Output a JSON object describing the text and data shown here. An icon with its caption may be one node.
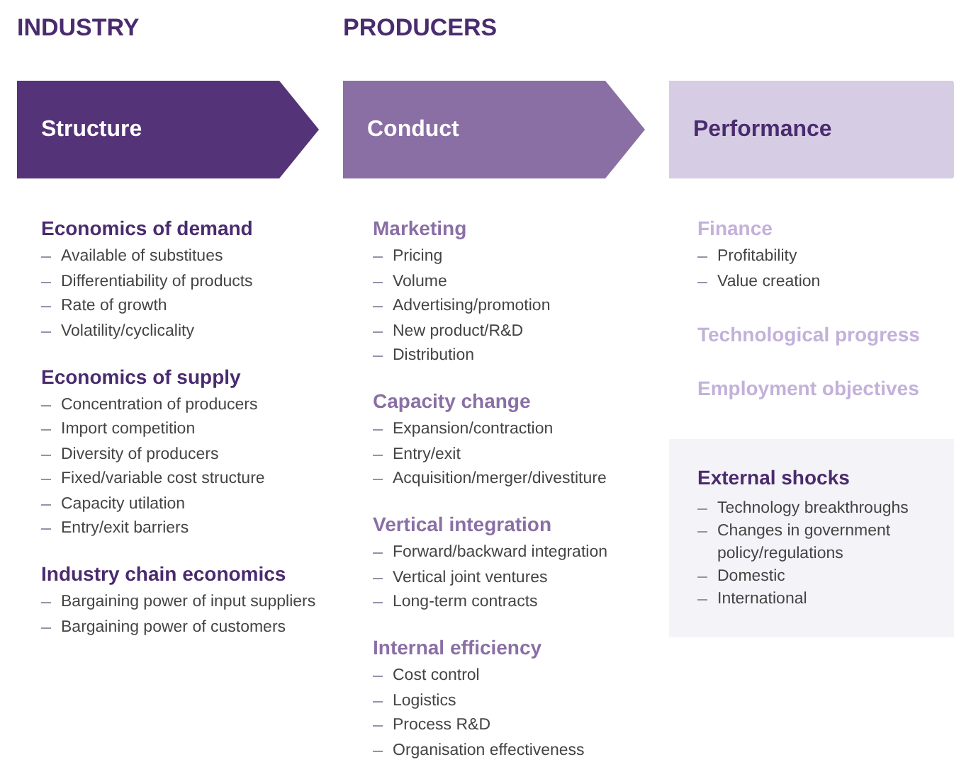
{
  "diagram": {
    "nodes": [
      {
        "text": [
          "Structure"
        ]
      },
      {
        "text": [
          "Conduct"
        ]
      },
      {
        "text": [
          "Performance"
        ]
      },
      {
        "text": [
          "External shocks",
          "Technology breakthroughs",
          "Changes in government policy/regulations",
          "Domestic",
          "International"
        ]
      }
    ],
    "labels": [
      "INDUSTRY",
      "PRODUCERS",
      "Economics of demand",
      "Available of substitues",
      "Differentiability of products",
      "Rate of growth",
      "Volatility/cyclicality",
      "Economics of supply",
      "Concentration of producers",
      "Import competition",
      "Diversity of producers",
      "Fixed/variable cost structure",
      "Capacity utilation",
      "Entry/exit barriers",
      "Industry chain economics",
      "Bargaining power of input suppliers",
      "Bargaining power of customers",
      "Marketing",
      "Pricing",
      "Volume",
      "Advertising/promotion",
      "New product/R&D",
      "Distribution",
      "Capacity change",
      "Expansion/contraction",
      "Entry/exit",
      "Acquisition/merger/divestiture",
      "Vertical integration",
      "Forward/backward integration",
      "Vertical joint ventures",
      "Long-term contracts",
      "Internal efficiency",
      "Cost control",
      "Logistics",
      "Process R&D",
      "Organisation effectiveness",
      "Finance",
      "Profitability",
      "Value creation",
      "Technological progress",
      "Employment objectives"
    ]
  }
}
